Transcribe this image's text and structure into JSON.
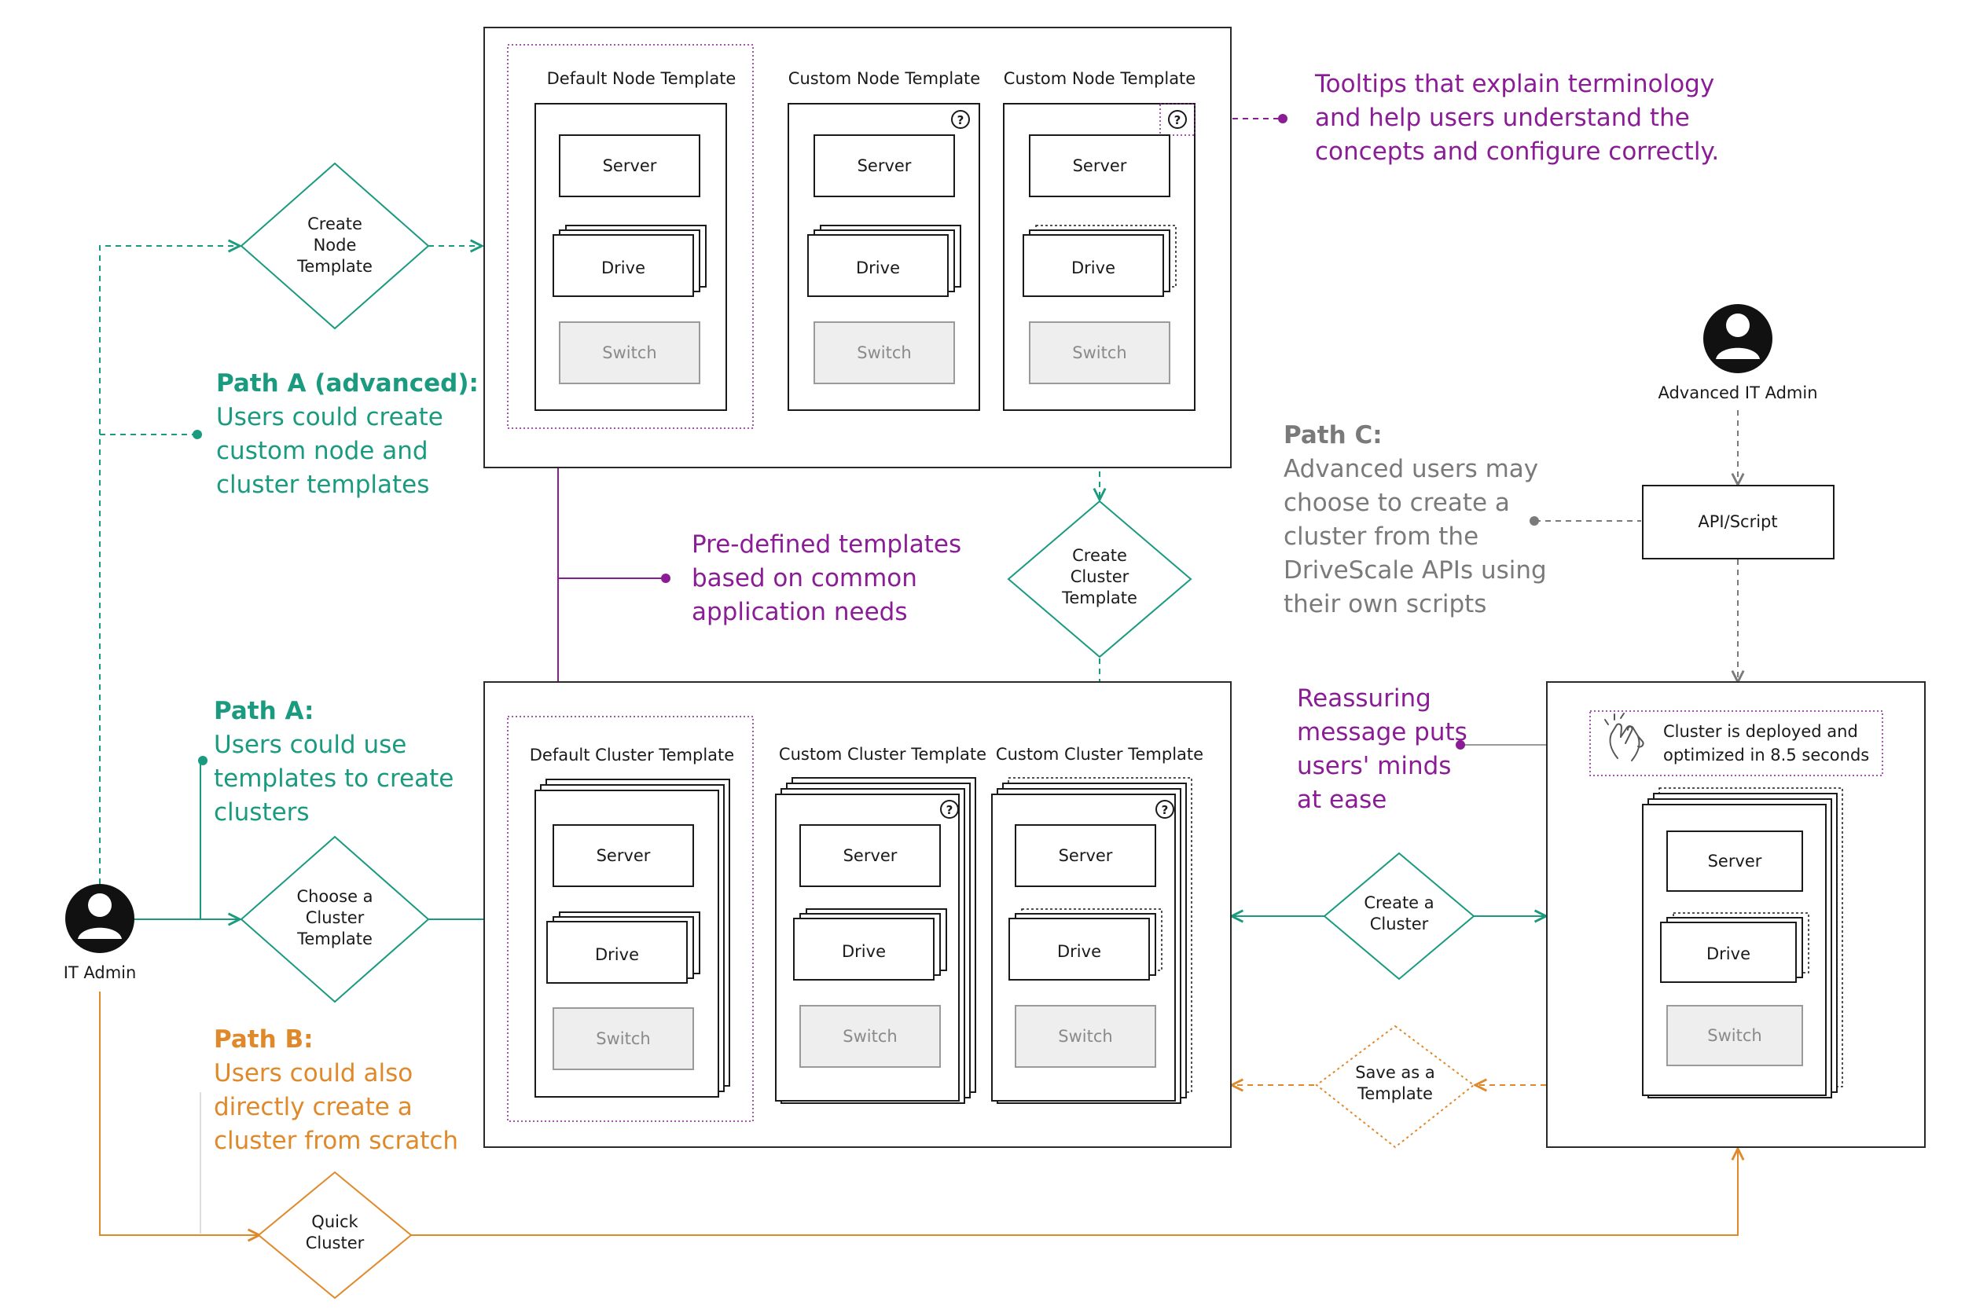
{
  "colors": {
    "green": "#1a9a7e",
    "purple": "#8a1d95",
    "orange": "#e0892a",
    "gray": "#7a7a7a",
    "dark": "#1a1a1a"
  },
  "icons": {
    "it_admin": "user-icon",
    "advanced_it_admin": "user-icon",
    "tooltip": "question-circle-icon",
    "reassure": "hands-clap-icon"
  },
  "actors": {
    "it_admin": "IT Admin",
    "advanced_it_admin": "Advanced IT Admin",
    "api_script": "API/Script"
  },
  "component_labels": {
    "server": "Server",
    "drive": "Drive",
    "switch": "Switch",
    "help": "?"
  },
  "node_templates": {
    "default": "Default Node Template",
    "custom_1": "Custom Node Template",
    "custom_2": "Custom Node Template"
  },
  "cluster_templates": {
    "default": "Default Cluster Template",
    "custom_1": "Custom Cluster Template",
    "custom_2": "Custom Cluster Template"
  },
  "decisions": {
    "create_node_template": [
      "Create",
      "Node",
      "Template"
    ],
    "create_cluster_template": [
      "Create",
      "Cluster",
      "Template"
    ],
    "choose_cluster_template": [
      "Choose a",
      "Cluster",
      "Template"
    ],
    "create_cluster": [
      "Create a",
      "Cluster"
    ],
    "save_as_template": [
      "Save as a",
      "Template"
    ],
    "quick_cluster": [
      "Quick",
      "Cluster"
    ]
  },
  "annotations": {
    "path_a_advanced": {
      "title": "Path A (advanced):",
      "lines": [
        "Users could create",
        "custom node and",
        "cluster templates"
      ]
    },
    "path_a": {
      "title": "Path A:",
      "lines": [
        "Users could use",
        "templates to create",
        "clusters"
      ]
    },
    "path_b": {
      "title": "Path B:",
      "lines": [
        "Users could also",
        "directly create a",
        "cluster from scratch"
      ]
    },
    "path_c": {
      "title": "Path C:",
      "lines": [
        "Advanced users may",
        "choose to create a",
        "cluster from the",
        "DriveScale APIs using",
        "their own scripts"
      ]
    },
    "tooltips": [
      "Tooltips that explain terminology",
      "and help users understand the",
      "concepts and configure correctly."
    ],
    "predefined": [
      "Pre-defined templates",
      "based on common",
      "application needs"
    ],
    "reassuring": [
      "Reassuring",
      "message puts",
      "users' minds",
      "at ease"
    ]
  },
  "deployed_message": [
    "Cluster is deployed and",
    "optimized in 8.5 seconds"
  ]
}
